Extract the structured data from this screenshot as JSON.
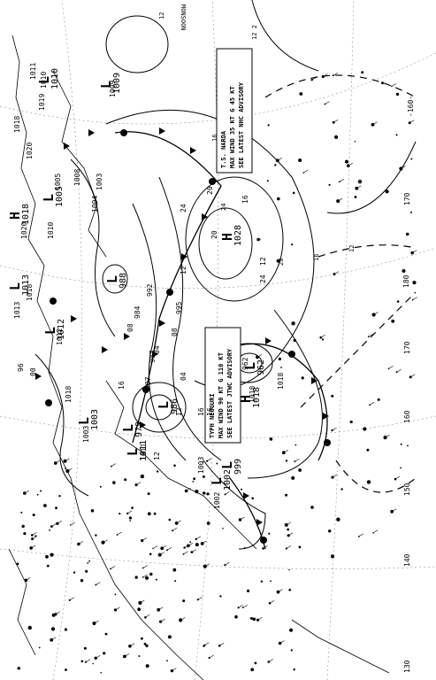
{
  "map": {
    "corner_label": "MONSOON",
    "advisories": [
      {
        "lines": [
          "T.S. NARDA",
          "MAX WIND 35 KT G 45 KT",
          "SEE LATEST NHC ADVISORY"
        ]
      },
      {
        "lines": [
          "TYPH NEOGURI",
          "MAX WIND 90 KT G 110 KT",
          "SEE LATEST JTWC ADVISORY"
        ]
      }
    ],
    "pressure_centers": [
      {
        "type": "H",
        "value": "1028"
      },
      {
        "type": "H",
        "value": "1018"
      },
      {
        "type": "L",
        "value": "962"
      },
      {
        "type": "L",
        "value": "988"
      },
      {
        "type": "L",
        "value": "986"
      },
      {
        "type": "L",
        "value": "979"
      },
      {
        "type": "L",
        "value": "999"
      },
      {
        "type": "L",
        "value": "1002"
      },
      {
        "type": "L",
        "value": "1003"
      },
      {
        "type": "L",
        "value": "1005"
      },
      {
        "type": "H",
        "value": "1018"
      },
      {
        "type": "L",
        "value": "1013"
      },
      {
        "type": "L",
        "value": "1012"
      },
      {
        "type": "L",
        "value": "1011"
      },
      {
        "type": "L",
        "value": "1009"
      },
      {
        "type": "L",
        "value": "1010"
      }
    ],
    "isobar_labels": [
      "1009",
      "1018",
      "1020",
      "1019",
      "1010",
      "1011",
      "1005",
      "1003",
      "1004",
      "1010",
      "1020",
      "1008",
      "1013",
      "1018",
      "1012",
      "1018",
      "1003",
      "1011",
      "1003",
      "1002",
      "995",
      "992",
      "984",
      "987",
      "987",
      "96",
      "00",
      "04",
      "08",
      "12",
      "16",
      "20",
      "24",
      "12",
      "16",
      "20",
      "24",
      "16",
      "12",
      "08",
      "04",
      "12",
      "16",
      "1018",
      "962",
      "1018"
    ],
    "longitude_labels": [
      "-160-",
      "170",
      "180",
      "170",
      "160",
      "150",
      "140",
      "130"
    ],
    "contour_labels": [
      "12",
      "12 2",
      "16",
      "16",
      "12",
      "20",
      "24"
    ]
  }
}
